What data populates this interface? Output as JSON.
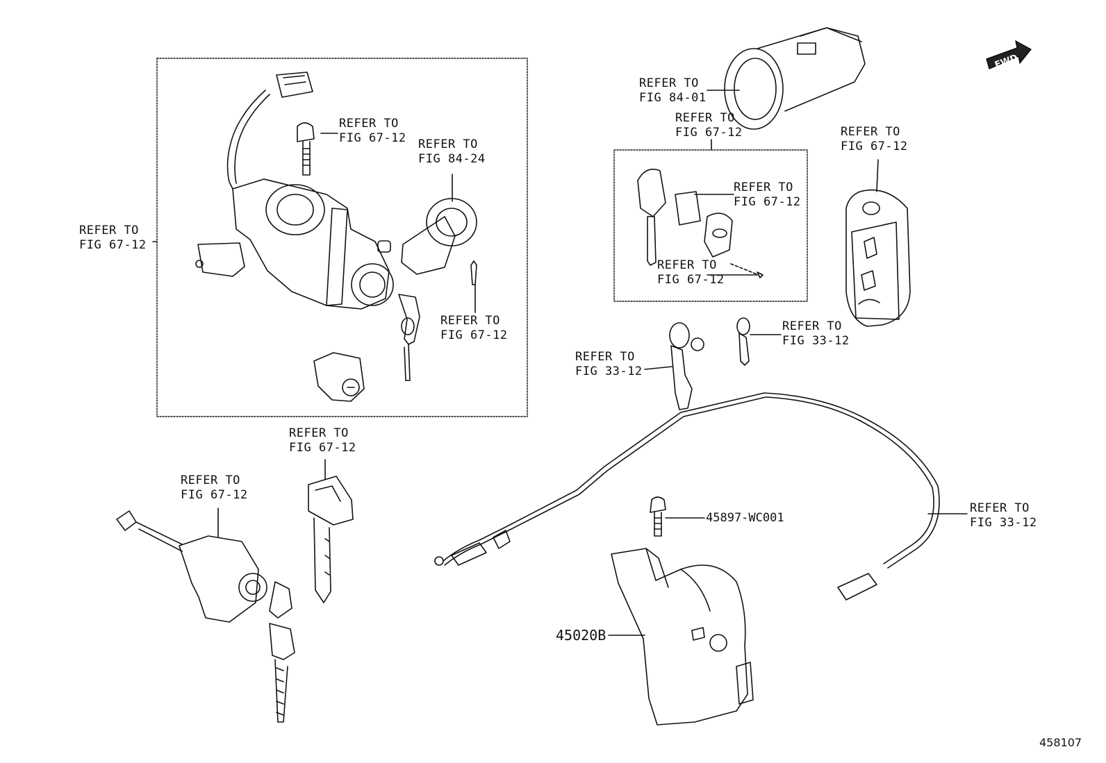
{
  "refs": {
    "r1": {
      "line1": "REFER TO",
      "line2": "FIG 67-12"
    },
    "r2": {
      "line1": "REFER TO",
      "line2": "FIG 67-12"
    },
    "r3": {
      "line1": "REFER TO",
      "line2": "FIG 84-24"
    },
    "r4": {
      "line1": "REFER TO",
      "line2": "FIG 67-12"
    },
    "r5": {
      "line1": "REFER TO",
      "line2": "FIG 84-01"
    },
    "r6": {
      "line1": "REFER TO",
      "line2": "FIG 67-12"
    },
    "r7": {
      "line1": "REFER TO",
      "line2": "FIG 67-12"
    },
    "r8": {
      "line1": "REFER TO",
      "line2": "FIG 67-12"
    },
    "r9": {
      "line1": "REFER TO",
      "line2": "FIG 67-12"
    },
    "r10": {
      "line1": "REFER TO",
      "line2": "FIG 33-12"
    },
    "r11": {
      "line1": "REFER TO",
      "line2": "FIG 33-12"
    },
    "r12": {
      "line1": "REFER TO",
      "line2": "FIG 67-12"
    },
    "r13": {
      "line1": "REFER TO",
      "line2": "FIG 67-12"
    },
    "r14": {
      "line1": "REFER TO",
      "line2": "FIG 33-12"
    }
  },
  "parts": {
    "bolt": "45897-WC001",
    "cover": "45020B"
  },
  "figure_id": "458107",
  "fwd_label": "FWD"
}
